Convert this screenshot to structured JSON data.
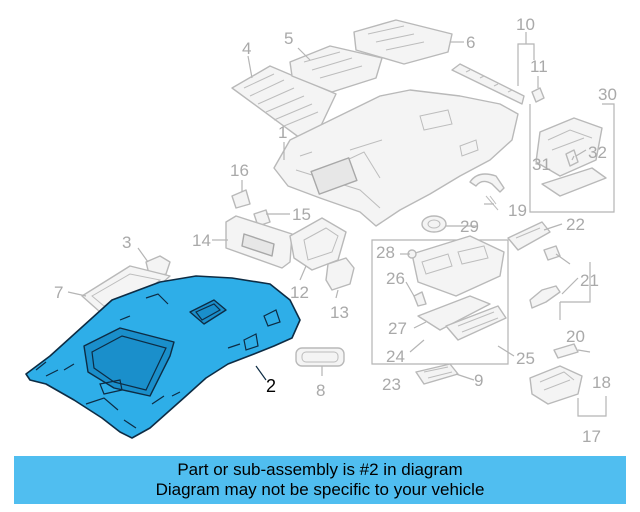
{
  "callouts": {
    "c1": "1",
    "c2": "2",
    "c3": "3",
    "c4": "4",
    "c5": "5",
    "c6": "6",
    "c7": "7",
    "c8": "8",
    "c9": "9",
    "c10": "10",
    "c11": "11",
    "c12": "12",
    "c13": "13",
    "c14": "14",
    "c15": "15",
    "c16": "16",
    "c17": "17",
    "c18": "18",
    "c19": "19",
    "c20": "20",
    "c21": "21",
    "c22": "22",
    "c23": "23",
    "c24": "24",
    "c25": "25",
    "c26": "26",
    "c27": "27",
    "c28": "28",
    "c29": "29",
    "c30": "30",
    "c31": "31",
    "c32": "32"
  },
  "highlight": {
    "part_number": "2",
    "color": "#2eaee8",
    "outline_color": "#0d2c44"
  },
  "banner": {
    "line1": "Part or sub-assembly is #2 in diagram",
    "line2": "Diagram may not be specific to your vehicle",
    "background": "#50bef0"
  }
}
